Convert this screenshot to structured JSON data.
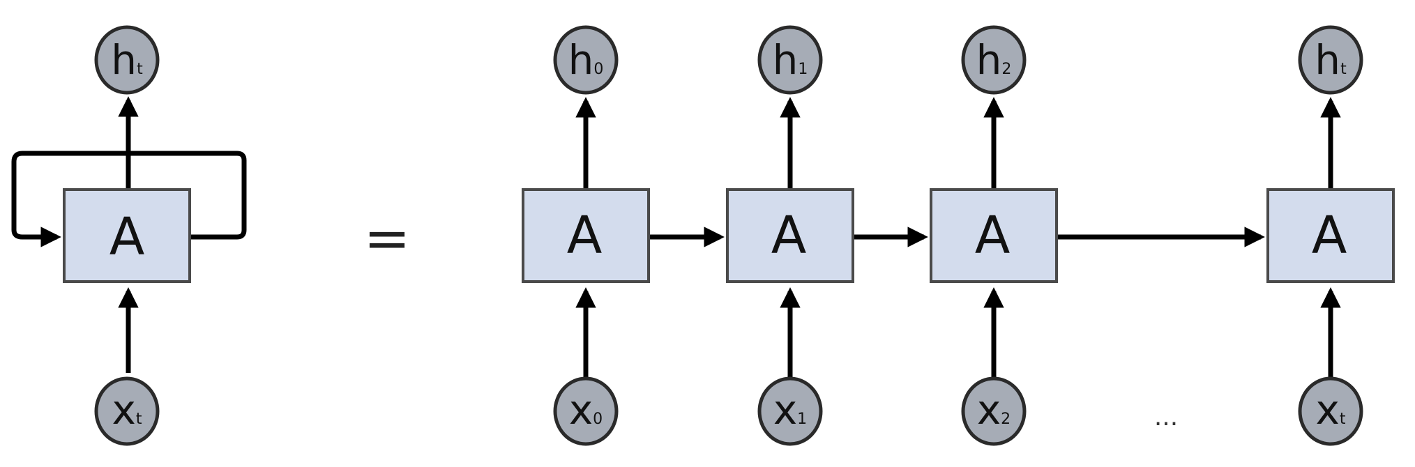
{
  "folded": {
    "cell": {
      "label": "A"
    },
    "output": {
      "symbol": "h",
      "subscript": "t"
    },
    "input": {
      "symbol": "x",
      "subscript": "t"
    }
  },
  "equals_sign": "=",
  "unrolled": [
    {
      "cell": "A",
      "output": {
        "symbol": "h",
        "subscript": "0"
      },
      "input": {
        "symbol": "x",
        "subscript": "0"
      }
    },
    {
      "cell": "A",
      "output": {
        "symbol": "h",
        "subscript": "1"
      },
      "input": {
        "symbol": "x",
        "subscript": "1"
      }
    },
    {
      "cell": "A",
      "output": {
        "symbol": "h",
        "subscript": "2"
      },
      "input": {
        "symbol": "x",
        "subscript": "2"
      }
    },
    {
      "cell": "A",
      "output": {
        "symbol": "h",
        "subscript": "t"
      },
      "input": {
        "symbol": "x",
        "subscript": "t"
      }
    }
  ],
  "ellipsis": "...",
  "colors": {
    "cell_fill": "#d3dced",
    "node_fill": "#a6acb6",
    "arrow": "#000000"
  }
}
